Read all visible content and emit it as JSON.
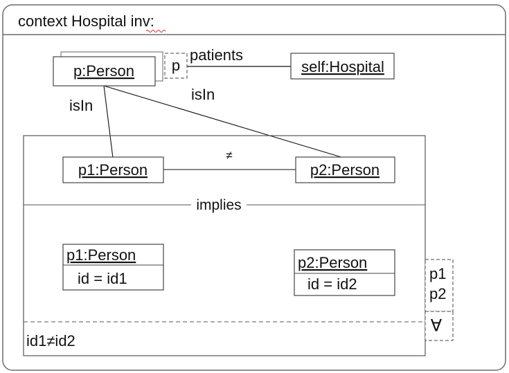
{
  "header": {
    "context_label": "context Hospital ",
    "inv_label": "inv",
    "colon": ":"
  },
  "objects": {
    "p_person": "p:Person",
    "p_collection": "p",
    "self_hospital": "self:Hospital",
    "p1_person_top": "p1:Person",
    "p2_person_top": "p2:Person",
    "p1_person_bottom": "p1:Person",
    "p2_person_bottom": "p2:Person"
  },
  "attributes": {
    "p1_id": "id = id1",
    "p2_id": "id = id2"
  },
  "links": {
    "patients": "patients",
    "isin_left": "isIn",
    "isin_right": "isIn",
    "not_equal": "≠"
  },
  "sections": {
    "implies": "implies",
    "constraint": "id1≠id2"
  },
  "quantifier": {
    "variables": [
      "p1",
      "p2"
    ],
    "symbol": "∀"
  },
  "colors": {
    "frame": "#6b6b6b",
    "line": "#111111",
    "spell_underline": "#d12a2a"
  }
}
